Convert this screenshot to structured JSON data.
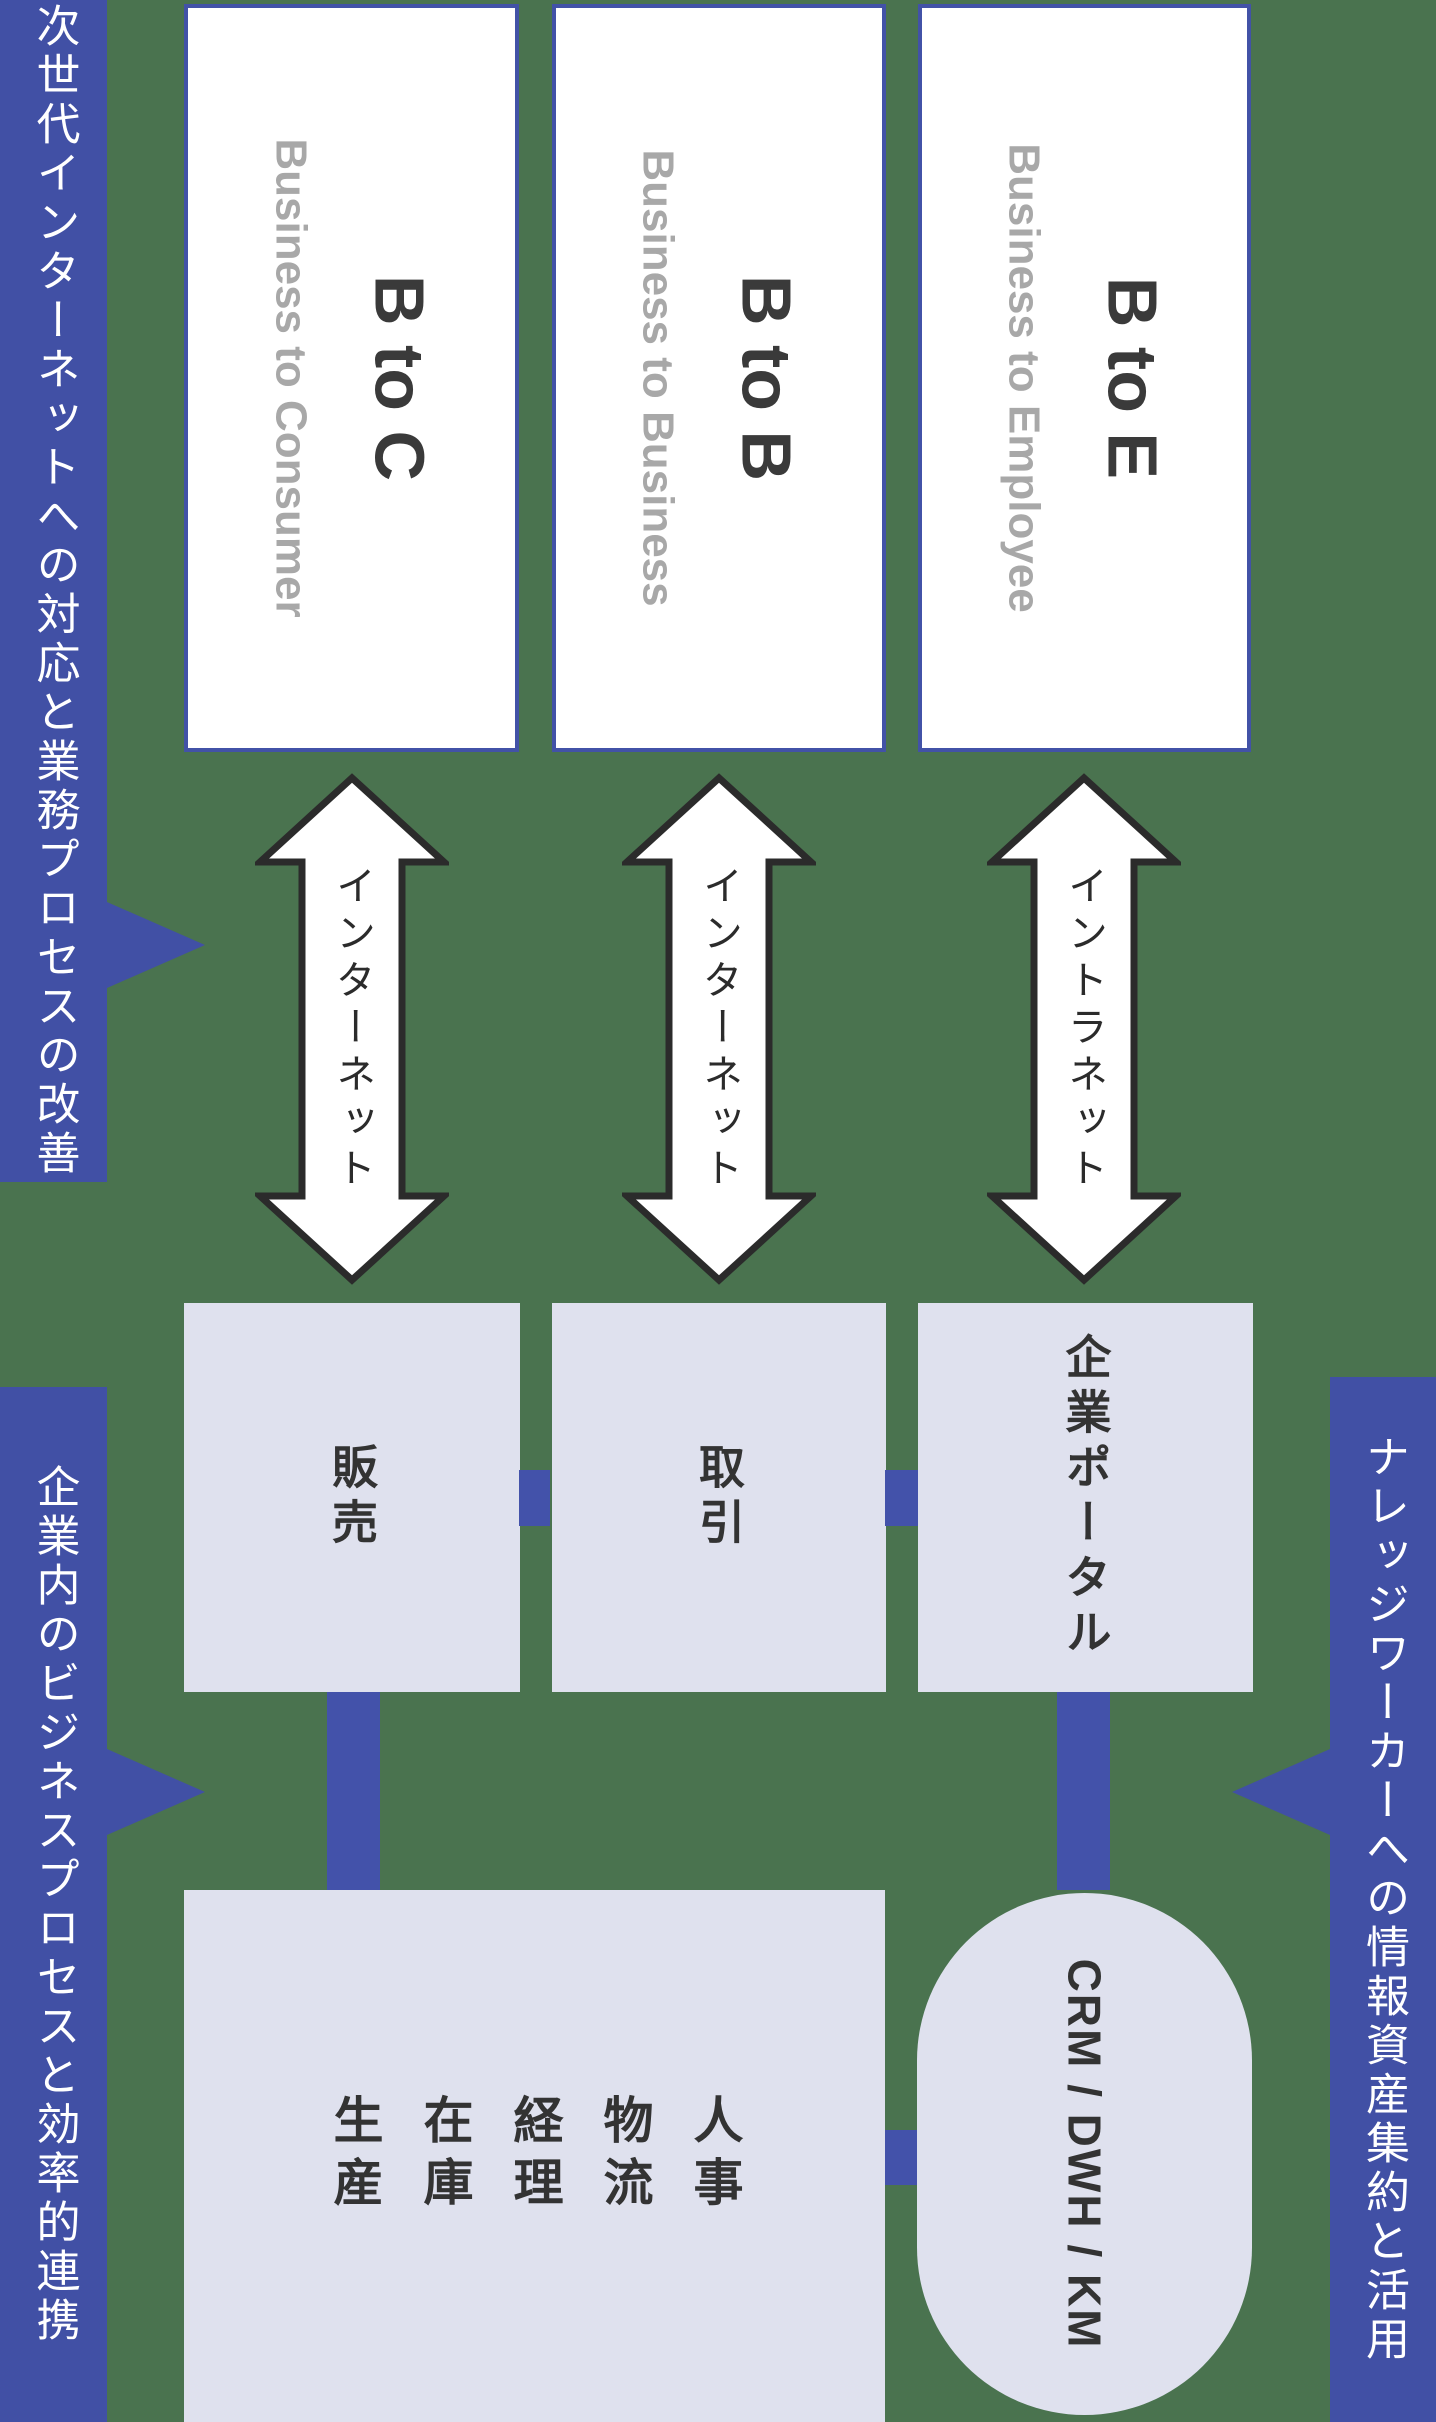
{
  "colors": {
    "background": "#4A734F",
    "indigo": "#4150A5",
    "panel_lavender": "#DFE1EE",
    "arrow_outline": "#2B2B2B",
    "title_dark": "#3A3A3A",
    "subtitle_gray": "#A8A8A8"
  },
  "side_banners": [
    {
      "id": "top-left",
      "text": "次世代インターネットへの対応と業務プロセスの改善"
    },
    {
      "id": "bottom-left",
      "text": "企業内のビジネスプロセスと効率的連携"
    },
    {
      "id": "right",
      "text": "ナレッジワーカーへの情報資産集約と活用"
    }
  ],
  "top_boxes": [
    {
      "title": "B to C",
      "subtitle": "Business to Consumer"
    },
    {
      "title": "B to B",
      "subtitle": "Business to Business"
    },
    {
      "title": "B to E",
      "subtitle": "Business to Employee"
    }
  ],
  "channel_arrows": [
    {
      "label": "インターネット"
    },
    {
      "label": "インターネット"
    },
    {
      "label": "イントラネット"
    }
  ],
  "mid_boxes": [
    {
      "label": "販売"
    },
    {
      "label": "取引"
    },
    {
      "label": "企業ポータル"
    }
  ],
  "erp_box": {
    "departments": [
      "人事",
      "物流",
      "経理",
      "在庫",
      "生産"
    ]
  },
  "crm_box": {
    "label": "CRM / DWH / KM"
  }
}
